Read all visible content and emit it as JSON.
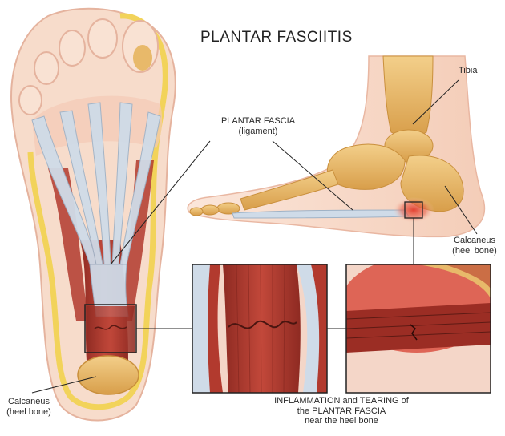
{
  "title": "PLANTAR FASCIITIS",
  "labels": {
    "plantar_fascia": "PLANTAR FASCIA",
    "plantar_fascia_sub": "(ligament)",
    "tibia": "Tibia",
    "calcaneus_right": "Calcaneus",
    "calcaneus_right_sub": "(heel bone)",
    "calcaneus_left": "Calcaneus",
    "calcaneus_left_sub": "(heel bone)",
    "caption_line1": "INFLAMMATION and TEARING of",
    "caption_line2": "the PLANTAR FASCIA",
    "caption_line3": "near the heel bone"
  },
  "colors": {
    "bone": "#e8b96a",
    "bone_dark": "#c98f3c",
    "skin": "#f6d4c0",
    "skin_outline": "#e9b7a2",
    "fat_yellow": "#f2d35a",
    "muscle_red": "#b23a2e",
    "muscle_dark": "#8e2a22",
    "ligament": "#cfdbe8",
    "ligament_line": "#9fb2c6",
    "inflammation": "#d23a2c"
  }
}
